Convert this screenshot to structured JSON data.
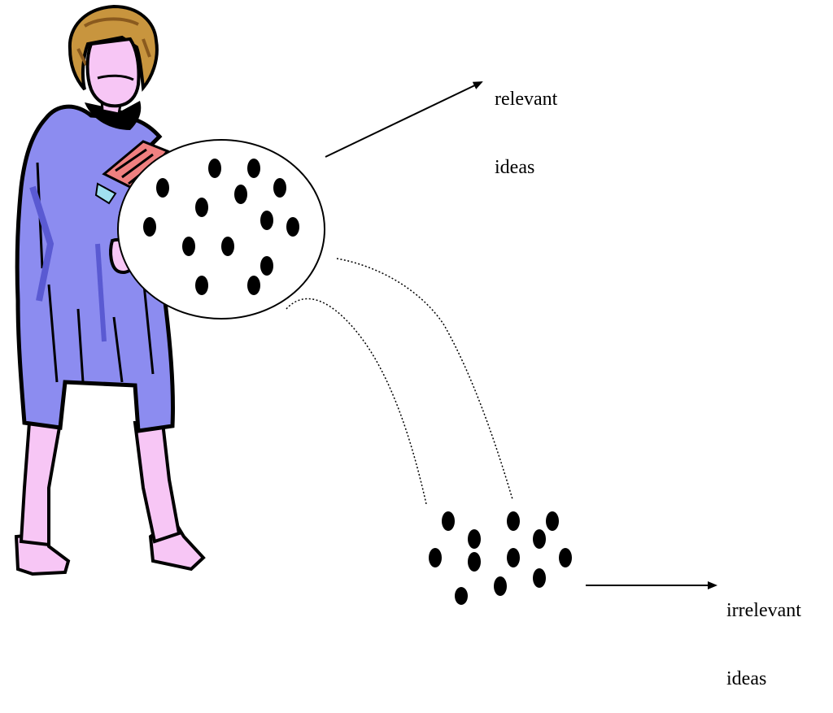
{
  "labels": {
    "relevant": {
      "line1": "relevant",
      "line2": "ideas"
    },
    "irrelevant": {
      "line1": "irrelevant",
      "line2": "ideas"
    }
  },
  "colors": {
    "hair": "#c8953e",
    "hair_dark": "#8a5a1e",
    "skin": "#f7c6f5",
    "coat": "#8c8cf0",
    "coat_dark": "#5a5ad2",
    "outline": "#000000",
    "clipboard": "#f08080",
    "dot": "#000000"
  },
  "illustration": {
    "figure": "woman holding a clipboard",
    "icon": "woman-sorting-ideas-icon"
  }
}
